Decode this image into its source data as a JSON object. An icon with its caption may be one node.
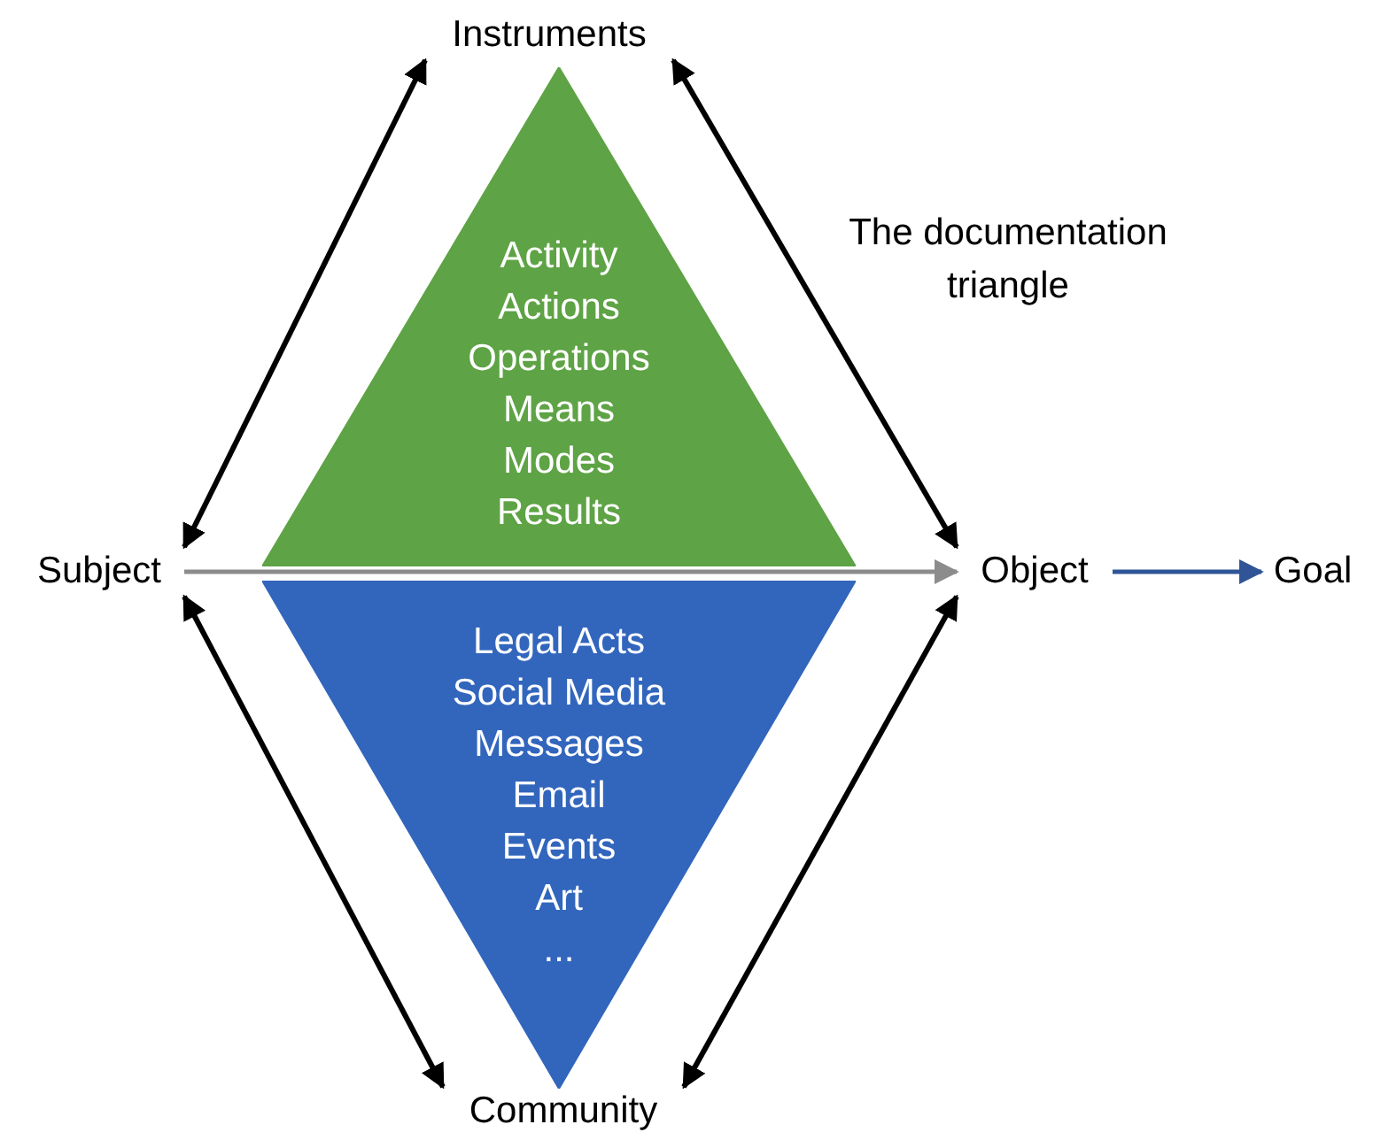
{
  "diagram": {
    "nodes": [
      {
        "text": [
          "Instruments"
        ]
      },
      {
        "text": [
          "Subject"
        ]
      },
      {
        "text": [
          "Object"
        ]
      },
      {
        "text": [
          "Goal"
        ]
      },
      {
        "text": [
          "Community"
        ]
      },
      {
        "text": [
          "Activity",
          "Actions",
          "Operations",
          "Means",
          "Modes",
          "Results"
        ]
      },
      {
        "text": [
          "Legal Acts",
          "Social Media",
          "Messages",
          "Email",
          "Events",
          "Art",
          "..."
        ]
      }
    ],
    "edges": [
      {
        "from": 1,
        "to": 2,
        "arrow": "to",
        "color": "#8c8c8c"
      },
      {
        "from": 2,
        "to": 3,
        "arrow": "to",
        "color": "#2f5597"
      },
      {
        "from": 1,
        "to": 0,
        "arrow": "both"
      },
      {
        "from": 0,
        "to": 2,
        "arrow": "both"
      },
      {
        "from": 1,
        "to": 4,
        "arrow": "both"
      },
      {
        "from": 2,
        "to": 4,
        "arrow": "both"
      }
    ],
    "labels": [
      "The documentation triangle"
    ]
  }
}
